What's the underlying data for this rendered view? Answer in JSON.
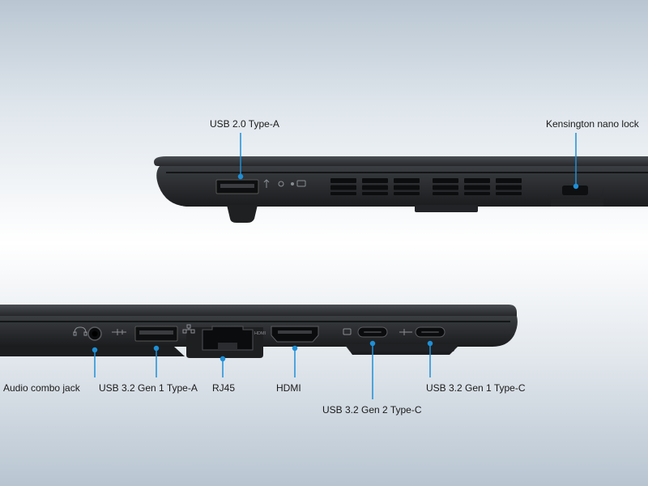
{
  "labels": {
    "usb20_typea": "USB 2.0 Type-A",
    "kensington": "Kensington nano lock",
    "audio": "Audio combo jack",
    "usb32g1_typea": "USB 3.2 Gen 1 Type-A",
    "rj45": "RJ45",
    "hdmi": "HDMI",
    "usb32g2_typec": "USB 3.2 Gen 2 Type-C",
    "usb32g1_typec": "USB 3.2 Gen 1 Type-C"
  },
  "port_markings": {
    "hdmi": "HDMI"
  },
  "colors": {
    "callout": "#1f8fd6",
    "chassis": "#2b2d30",
    "chassis_dark": "#17181a",
    "background_light": "#ffffff",
    "background_blue": "#b9c6d2"
  }
}
